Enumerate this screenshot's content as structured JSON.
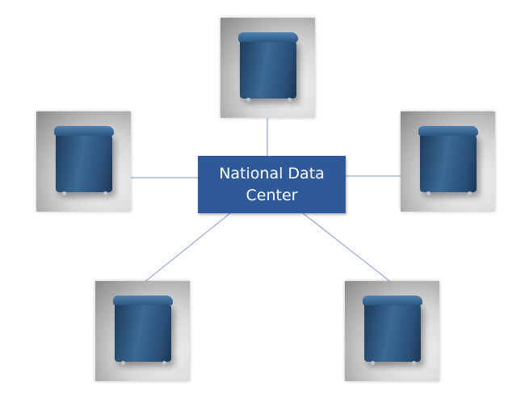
{
  "center_node": {
    "label_line1": "National Data",
    "label_line2": "Center",
    "color": "#2f5a9a"
  },
  "nodes": [
    {
      "name": "server-top",
      "icon": "server-icon"
    },
    {
      "name": "server-left",
      "icon": "server-icon"
    },
    {
      "name": "server-right",
      "icon": "server-icon"
    },
    {
      "name": "server-bottom-left",
      "icon": "server-icon"
    },
    {
      "name": "server-bottom-right",
      "icon": "server-icon"
    }
  ],
  "link_color": "#6f8fc4"
}
